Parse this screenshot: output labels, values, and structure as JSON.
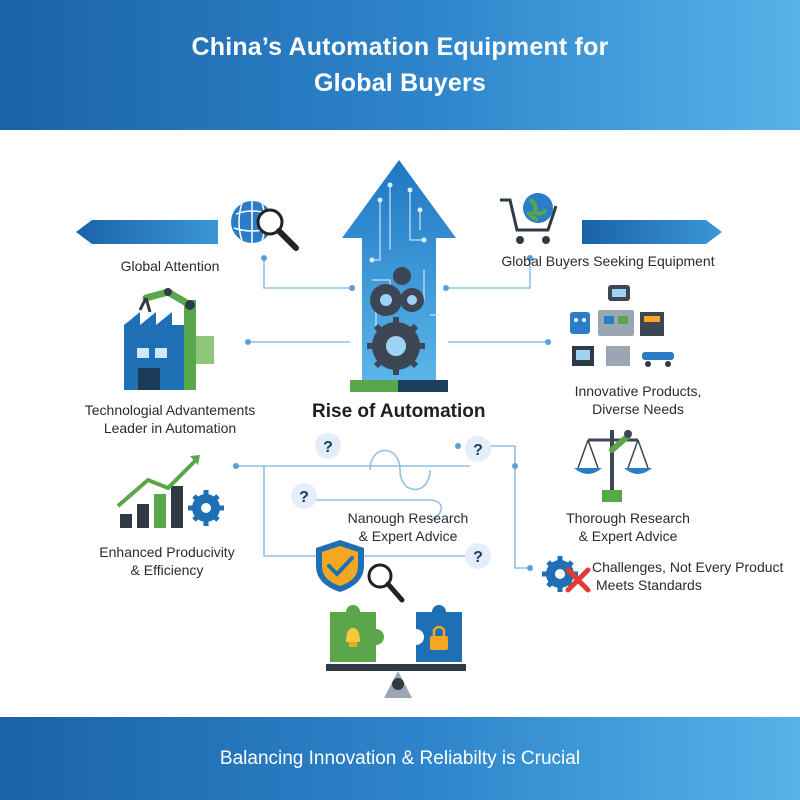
{
  "title": {
    "line1": "China’s Automation Equipment for",
    "line2": "Global Buyers"
  },
  "center_title": "Rise of Automation",
  "labels": {
    "global_attention": "Global Attention",
    "global_buyers": "Global Buyers Seeking Equipment",
    "tech_line1": "Technologial Advantements",
    "tech_line2": "Leader in Automation",
    "innov_line1": "Innovative Products,",
    "innov_line2": "Diverse Needs",
    "prod_line1": "Enhanced Producivity",
    "prod_line2": "& Efficiency",
    "nanough_line1": "Nanough Research",
    "nanough_line2": "& Expert Advice",
    "thorough_line1": "Thorough Research",
    "thorough_line2": "& Expert Advice",
    "challenge_line1": "Challenges, Not Every Product",
    "challenge_line2": "Meets Standards"
  },
  "question_mark": "?",
  "footer": "Balancing Innovation & Reliabilty is Crucial",
  "colors": {
    "header_dark": "#1b62a8",
    "header_light": "#56b3e8",
    "accent_green": "#5aa64a",
    "accent_orange": "#f5a623",
    "accent_red": "#e53935"
  }
}
